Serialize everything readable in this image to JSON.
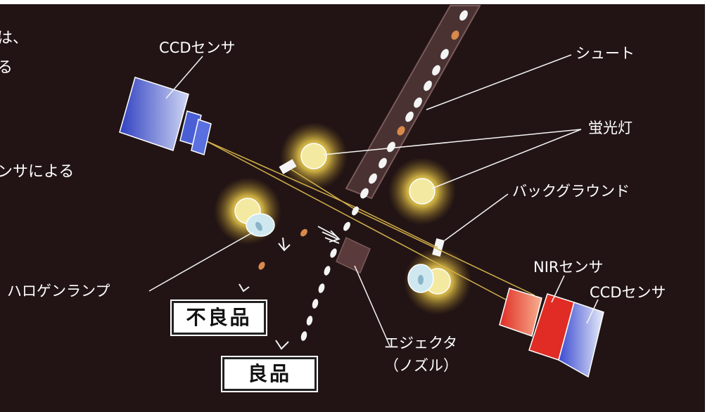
{
  "colors": {
    "background": "#221415",
    "chute": "#4a3232",
    "beam": "#d4b24a",
    "lamp_glow": "#f0d060",
    "ccd_sensor": "#4a5fd6",
    "nir_sensor": "#e64032",
    "product_good": "#f4f4f4",
    "product_defect": "#d88a4a"
  },
  "left_fragments": {
    "line1": "は、",
    "line2": "る",
    "line3": "ンサによる"
  },
  "labels": {
    "ccd_sensor_top": "CCDセンサ",
    "chute": "シュート",
    "fluorescent_lamp": "蛍光灯",
    "background": "バックグラウンド",
    "nir_sensor": "NIRセンサ",
    "ccd_sensor_right": "CCDセンサ",
    "halogen_lamp": "ハロゲンランプ",
    "ejector_line1": "エジェクタ",
    "ejector_line2": "（ノズル）",
    "defective": "不良品",
    "good": "良品"
  },
  "icons": {
    "fall_arrow": "chevron-arrow-down",
    "air_jet": "air-jet-arrows"
  }
}
